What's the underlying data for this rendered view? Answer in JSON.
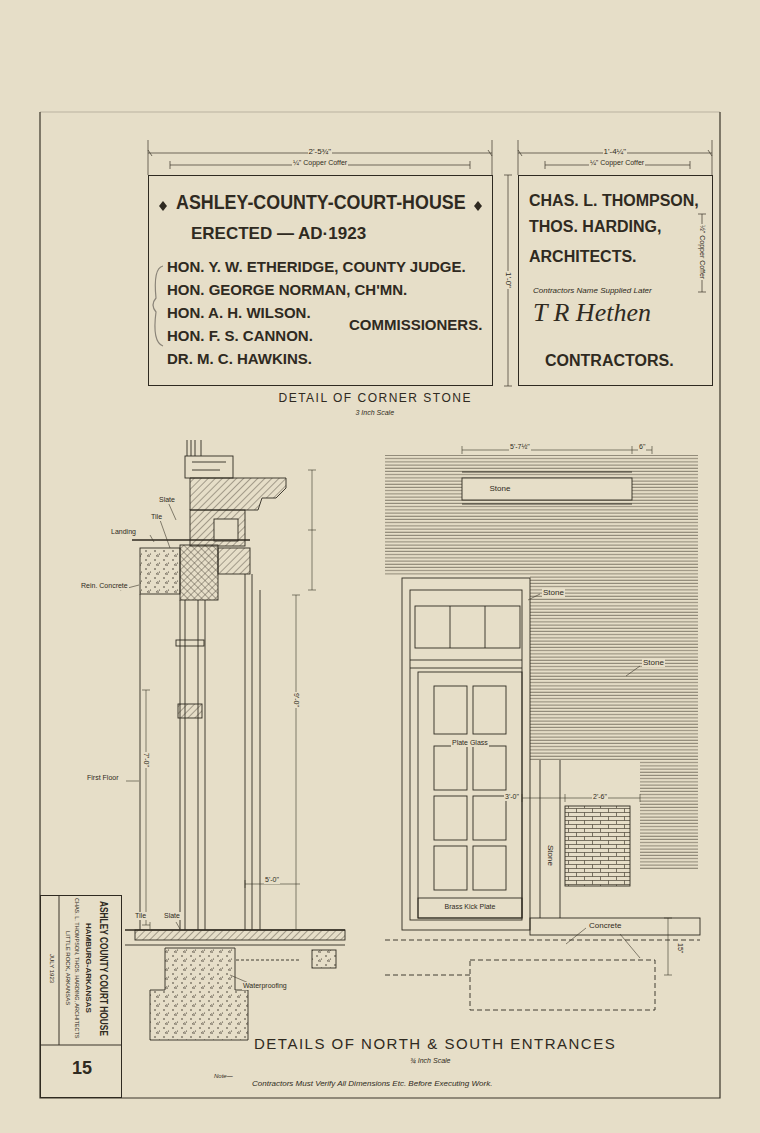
{
  "diagram": {
    "title": "DETAILS OF NORTH & SOUTH ENTRANCES",
    "nodes": [
      {
        "text": [
          "ASHLEY-COUNTY-COURT-HOUSE",
          "ERECTED — AD·1923",
          "HON. Y. W. ETHERIDGE, COUNTY JUDGE.",
          "HON. GEORGE NORMAN, CH'MN.",
          "HON. A. H. WILSON.",
          "HON. F. S. CANNON.",
          "DR. M. C. HAWKINS.",
          "COMMISSIONERS."
        ]
      },
      {
        "text": [
          "CHAS. L. THOMPSON,",
          "THOS. HARDING,",
          "ARCHITECTS.",
          "Contractors Name Supplied Later",
          "T R Hethen",
          "CONTRACTORS."
        ]
      },
      {
        "text": [
          "ASHLEY COUNTY COURT HOUSE",
          "HAMBURG-ARKANSAS",
          "CHAS. L. THOMPSON, THOS. HARDING, ARCHITECTS",
          "LITTLE ROCK, ARKANSAS",
          "JULY 1923",
          "15"
        ]
      }
    ],
    "labels": [
      "DETAIL OF CORNER STONE",
      "3 Inch Scale",
      "2'-5¾\"",
      "¼\" Copper Coffer",
      "1'-4¼\"",
      "¼\" Copper Coffer",
      "½\" Copper Coffer",
      "1'-0\"",
      "Slate",
      "Tile",
      "Landing",
      "Rein. Concrete",
      "First Floor",
      "Tile",
      "Slate",
      "Waterproofing",
      "7'-0\"",
      "9'-0\"",
      "5'-0\"",
      "5'-7½\"",
      "6\"",
      "Stone",
      "Stone",
      "Plate Glass",
      "3'-0\"",
      "2'-6\"",
      "Stone",
      "Stone",
      "Brass Kick Plate",
      "Concrete",
      "15\"",
      "¾ Inch Scale",
      "Note—",
      "Contractors Must Verify All Dimensions Etc. Before Executing Work."
    ]
  }
}
